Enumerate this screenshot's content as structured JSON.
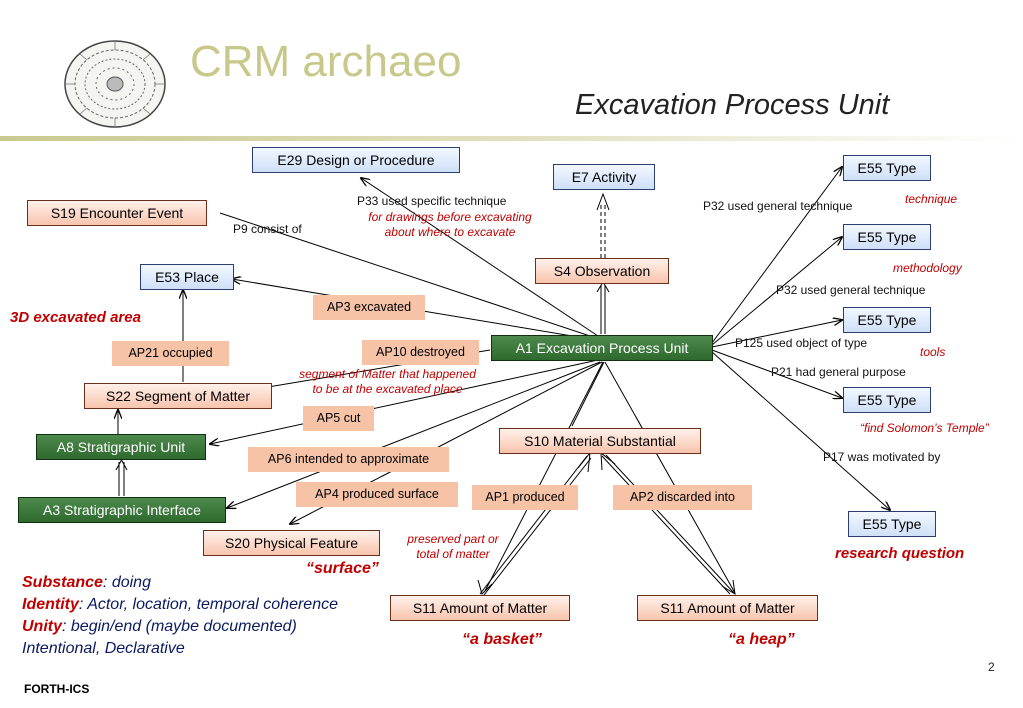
{
  "header": {
    "title": "CRM archaeo",
    "subtitle": "Excavation Process Unit"
  },
  "colors": {
    "title": "#c8c88a",
    "entity_blue": "#cfe0f8",
    "entity_orange": "#f8c4ad",
    "entity_green": "#2e6a2e",
    "property_box": "#f6c3a7",
    "annotation_red": "#c00000"
  },
  "nodes": {
    "e29": "E29 Design or Procedure",
    "e7": "E7 Activity",
    "s19": "S19 Encounter Event",
    "e53": "E53 Place",
    "s4": "S4 Observation",
    "a1": "A1 Excavation Process Unit",
    "s22": "S22 Segment of Matter",
    "a8": "A8 Stratigraphic Unit",
    "a3": "A3 Stratigraphic Interface",
    "s20": "S20 Physical Feature",
    "s10": "S10 Material Substantial",
    "s11a": "S11 Amount of Matter",
    "s11b": "S11 Amount of Matter",
    "e55_1": "E55 Type",
    "e55_2": "E55 Type",
    "e55_3": "E55 Type",
    "e55_4": "E55 Type",
    "e55_5": "E55 Type"
  },
  "property_boxes": {
    "ap3": "AP3 excavated",
    "ap21": "AP21 occupied",
    "ap10": "AP10 destroyed",
    "ap5": "AP5 cut",
    "ap6": "AP6 intended to approximate",
    "ap4": "AP4 produced surface",
    "ap1": "AP1 produced",
    "ap2": "AP2 discarded into"
  },
  "edge_labels": {
    "p33": "P33 used specific technique",
    "p9": "P9 consist of",
    "p32a": "P32 used general technique",
    "p32b": "P32 used general technique",
    "p125": "P125 used object of type",
    "p21": "P21 had general purpose",
    "p17": "P17 was motivated by"
  },
  "annotations": {
    "technique_note": [
      "for drawings before excavating",
      "about where to excavate"
    ],
    "segment_note": [
      "segment of Matter that happened",
      "to be at the excavated place"
    ],
    "preserved_note": [
      "preserved part or",
      "total of matter"
    ],
    "technique": "technique",
    "methodology": "methodology",
    "tools": "tools",
    "find_temple": "“find Solomon’s Temple”",
    "research_question": "research question",
    "excavated_area": "3D excavated area",
    "surface": "“surface”",
    "basket": "“a  basket”",
    "heap": "“a  heap”"
  },
  "notes": {
    "substance_key": "Substance",
    "substance_val": ": doing",
    "identity_key": "Identity",
    "identity_val": ": Actor, location, temporal coherence",
    "unity_key": "Unity",
    "unity_val": ": begin/end (maybe documented)",
    "intentional": "Intentional, Declarative"
  },
  "footer": {
    "page": "2",
    "org": "FORTH-ICS"
  },
  "icons": {
    "logo": "phaistos-disc-icon"
  }
}
